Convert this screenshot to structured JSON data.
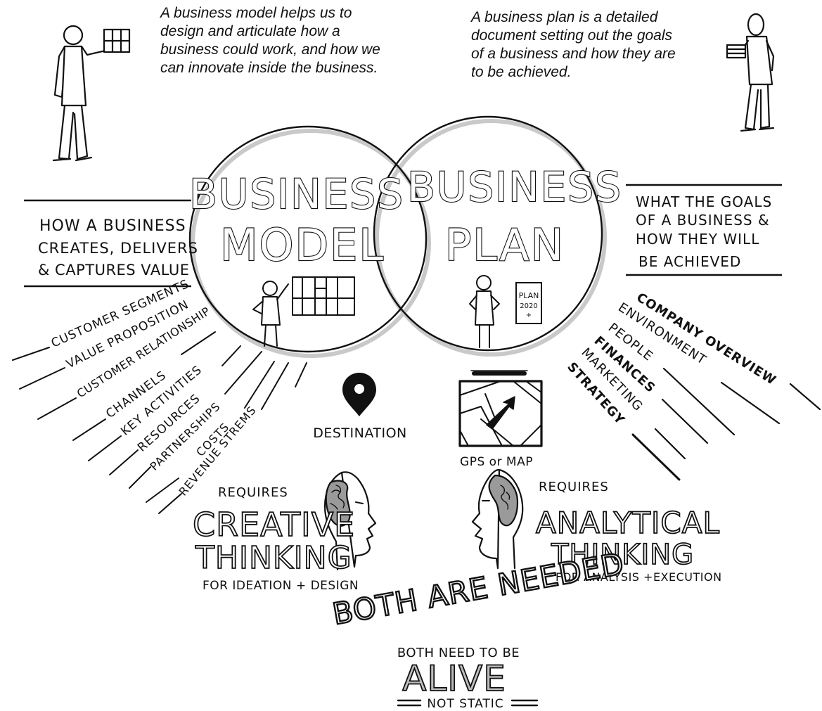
{
  "captions": {
    "model": [
      "A business model helps us to",
      "design and articulate how a",
      "business could work, and how we",
      "can innovate inside the business."
    ],
    "plan": [
      "A business plan is a detailed",
      "document setting out the goals",
      "of a business and how they are",
      "to be achieved."
    ]
  },
  "circles": {
    "model": {
      "line1": "BUSINESS",
      "line2": "MODEL"
    },
    "plan": {
      "line1": "BUSINESS",
      "line2": "PLAN"
    }
  },
  "definitions": {
    "model": [
      "HOW A BUSINESS",
      "CREATES, DELIVERS",
      "& CAPTURES VALUE"
    ],
    "plan": [
      "WHAT THE GOALS",
      "OF A BUSINESS &",
      "HOW THEY WILL",
      "BE ACHIEVED"
    ]
  },
  "model_components": [
    "CUSTOMER SEGMENTS",
    "VALUE PROPOSITION",
    "CUSTOMER RELATIONSHIP",
    "CHANNELS",
    "KEY ACTIVITIES",
    "RESOURCES",
    "PARTNERSHIPS",
    "COSTS",
    "REVENUE STREMS"
  ],
  "plan_components": [
    "COMPANY OVERVIEW",
    "ENVIRONMENT",
    "PEOPLE",
    "FINANCES",
    "MARKETING",
    "STRATEGY"
  ],
  "plan_booklet": [
    "PLAN",
    "2020",
    "+"
  ],
  "destination_label": "DESTINATION",
  "gps_label": "GPS or MAP",
  "creative": {
    "requires": "REQUIRES",
    "line1": "CREATIVE",
    "line2": "THINKING",
    "sub": "FOR IDEATION + DESIGN"
  },
  "analytical": {
    "requires": "REQUIRES",
    "line1": "ANALYTICAL",
    "line2": "THINKING",
    "sub": "FOR ANALYSIS +EXECUTION"
  },
  "both_needed": "BOTH ARE NEEDED",
  "alive_pre": "BOTH NEED TO BE",
  "alive": "ALIVE",
  "not_static": "NOT STATIC"
}
